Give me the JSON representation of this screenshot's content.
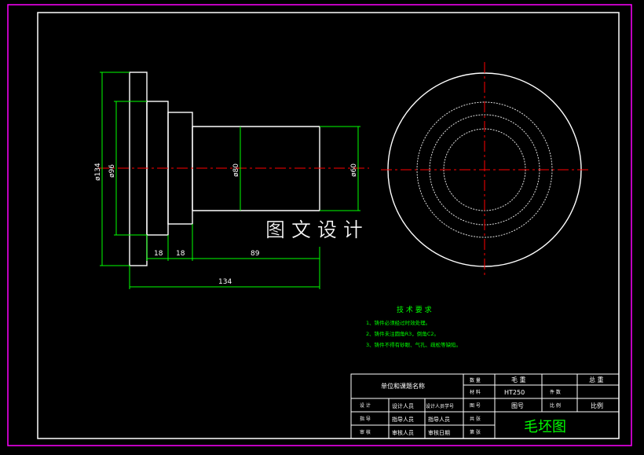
{
  "dimensions": {
    "d134": "ø134",
    "d96": "ø96",
    "d80": "ø80",
    "d60": "ø60",
    "len18a": "18",
    "len18b": "18",
    "len89": "89",
    "total": "134"
  },
  "watermark": "图 文 设 计",
  "tech": {
    "title": "技 术 要 求",
    "notes": [
      "1、铸件必须经过时效处理。",
      "2、铸件未注圆角R3，倒角C2。",
      "3、铸件不得有砂眼、气孔、疏松等缺陷。"
    ]
  },
  "titleblock": {
    "unit": "单位和课题名称",
    "r1": [
      "数 量",
      "毛 重",
      "总 重"
    ],
    "r2": [
      "材 料",
      "HT250",
      "件 数"
    ],
    "r3": [
      "图 号",
      "图号",
      "比 例",
      "比例"
    ],
    "rowA": [
      "设 计",
      "设计人员",
      "设计人员学号"
    ],
    "rowB": [
      "指 导",
      "指导人员",
      "指导人员"
    ],
    "rowC": [
      "审 核",
      "审核人员",
      "审核日期"
    ],
    "side": [
      "共 张",
      "第 张"
    ],
    "drawing_name": "毛坯图"
  },
  "colors": {
    "background": "#000000",
    "outline": "#ffffff",
    "dimension": "#00ff00",
    "centerline": "#ff0000",
    "frame": "#ff00ff",
    "hidden": "#cccccc"
  }
}
